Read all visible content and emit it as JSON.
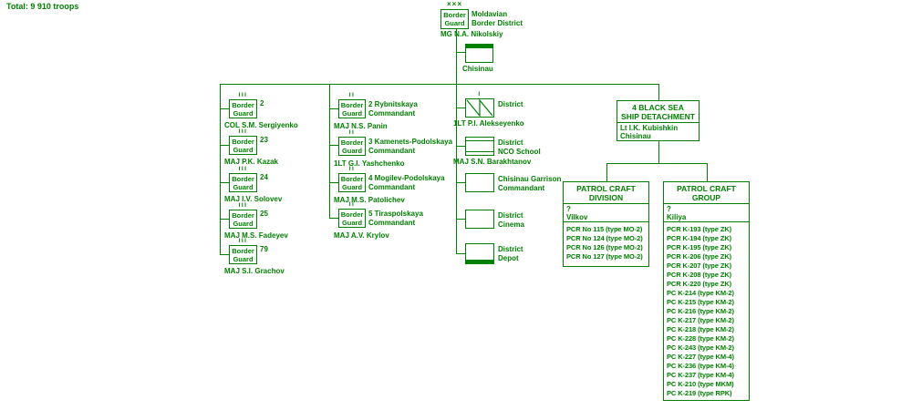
{
  "colors": {
    "accent": "#008000",
    "background": "#ffffff"
  },
  "meta": {
    "total_label": "Total: 9 910 troops"
  },
  "root": {
    "echelon_mark": "×××",
    "box_label": "Border Guard",
    "title_lines": [
      "Moldavian",
      "Border District"
    ],
    "commander": "MG N.A. Nikolskiy"
  },
  "hq": {
    "label": "Chisinau"
  },
  "left_units": [
    {
      "echelon": "III",
      "box_label": "Border Guard",
      "number": "2",
      "commander": "COL S.M. Sergiyenko"
    },
    {
      "echelon": "III",
      "box_label": "Border Guard",
      "number": "23",
      "commander": "MAJ P.K. Kazak"
    },
    {
      "echelon": "III",
      "box_label": "Border Guard",
      "number": "24",
      "commander": "MAJ I.V. Solovev"
    },
    {
      "echelon": "III",
      "box_label": "Border Guard",
      "number": "25",
      "commander": "MAJ M.S. Fadeyev"
    },
    {
      "echelon": "III",
      "box_label": "Border Guard",
      "number": "79",
      "commander": "MAJ S.I. Grachov"
    }
  ],
  "commandant_units": [
    {
      "echelon": "II",
      "box_label": "Border Guard",
      "lines": [
        "2 Rybnitskaya",
        "Commandant"
      ],
      "commander": "MAJ N.S. Panin"
    },
    {
      "echelon": "II",
      "box_label": "Border Guard",
      "lines": [
        "3 Kamenets-Podolskaya",
        "Commandant"
      ],
      "commander": "1LT G.I. Yashchenko"
    },
    {
      "echelon": "II",
      "box_label": "Border Guard",
      "lines": [
        "4 Mogilev-Podolskaya",
        "Commandant"
      ],
      "commander": "MAJ M.S. Patolichev"
    },
    {
      "echelon": "II",
      "box_label": "Border Guard",
      "lines": [
        "5 Tiraspolskaya",
        "Commandant"
      ],
      "commander": "MAJ A.V. Krylov"
    }
  ],
  "district_units": [
    {
      "echelon": "I",
      "symbol": "signal-unit",
      "lines": [
        "District",
        ""
      ],
      "commander": "1LT P.I. Alekseyenko"
    },
    {
      "symbol": "school-unit",
      "lines": [
        "District",
        "NCO School"
      ],
      "commander": "MAJ S.N. Barakhtanov"
    },
    {
      "symbol": "plain-unit",
      "lines": [
        "Chisinau Garrison",
        "Commandant"
      ],
      "commander": ""
    },
    {
      "symbol": "plain-unit",
      "lines": [
        "District",
        "Cinema"
      ],
      "commander": ""
    },
    {
      "symbol": "depot-unit",
      "lines": [
        "District",
        "Depot"
      ],
      "commander": ""
    }
  ],
  "ship_detachment": {
    "title_lines": [
      "4 BLACK SEA",
      "SHIP DETACHMENT"
    ],
    "commander": "Lt I.K. Kubishkin",
    "location": "Chisinau"
  },
  "patrol_division": {
    "title_lines": [
      "PATROL CRAFT",
      "DIVISION"
    ],
    "commander": "?",
    "location": "Vilkov",
    "ships": [
      "PCR No 115 (type MO-2)",
      "PCR No 124 (type MO-2)",
      "PCR No 126 (type MO-2)",
      "PCR No 127 (type MO-2)"
    ]
  },
  "patrol_group": {
    "title_lines": [
      "PATROL CRAFT",
      "GROUP"
    ],
    "commander": "?",
    "location": "Kiliya",
    "ships": [
      "PCR K-193 (type ZK)",
      "PCR K-194 (type ZK)",
      "PCR K-195 (type ZK)",
      "PCR K-206 (type ZK)",
      "PCR K-207 (type ZK)",
      "PCR K-208 (type ZK)",
      "PCR K-220 (type ZK)",
      "PC K-214 (type KM-2)",
      "PC K-215 (type KM-2)",
      "PC K-216 (type KM-2)",
      "PC K-217 (type KM-2)",
      "PC K-218 (type KM-2)",
      "PC K-228 (type KM-2)",
      "PC K-243 (type KM-2)",
      "PC K-227 (type KM-4)",
      "PC K-236 (type KM-4)",
      "PC K-237 (type KM-4)",
      "PC K-210 (type MKM)",
      "PC K-219 (type RPK)"
    ]
  }
}
